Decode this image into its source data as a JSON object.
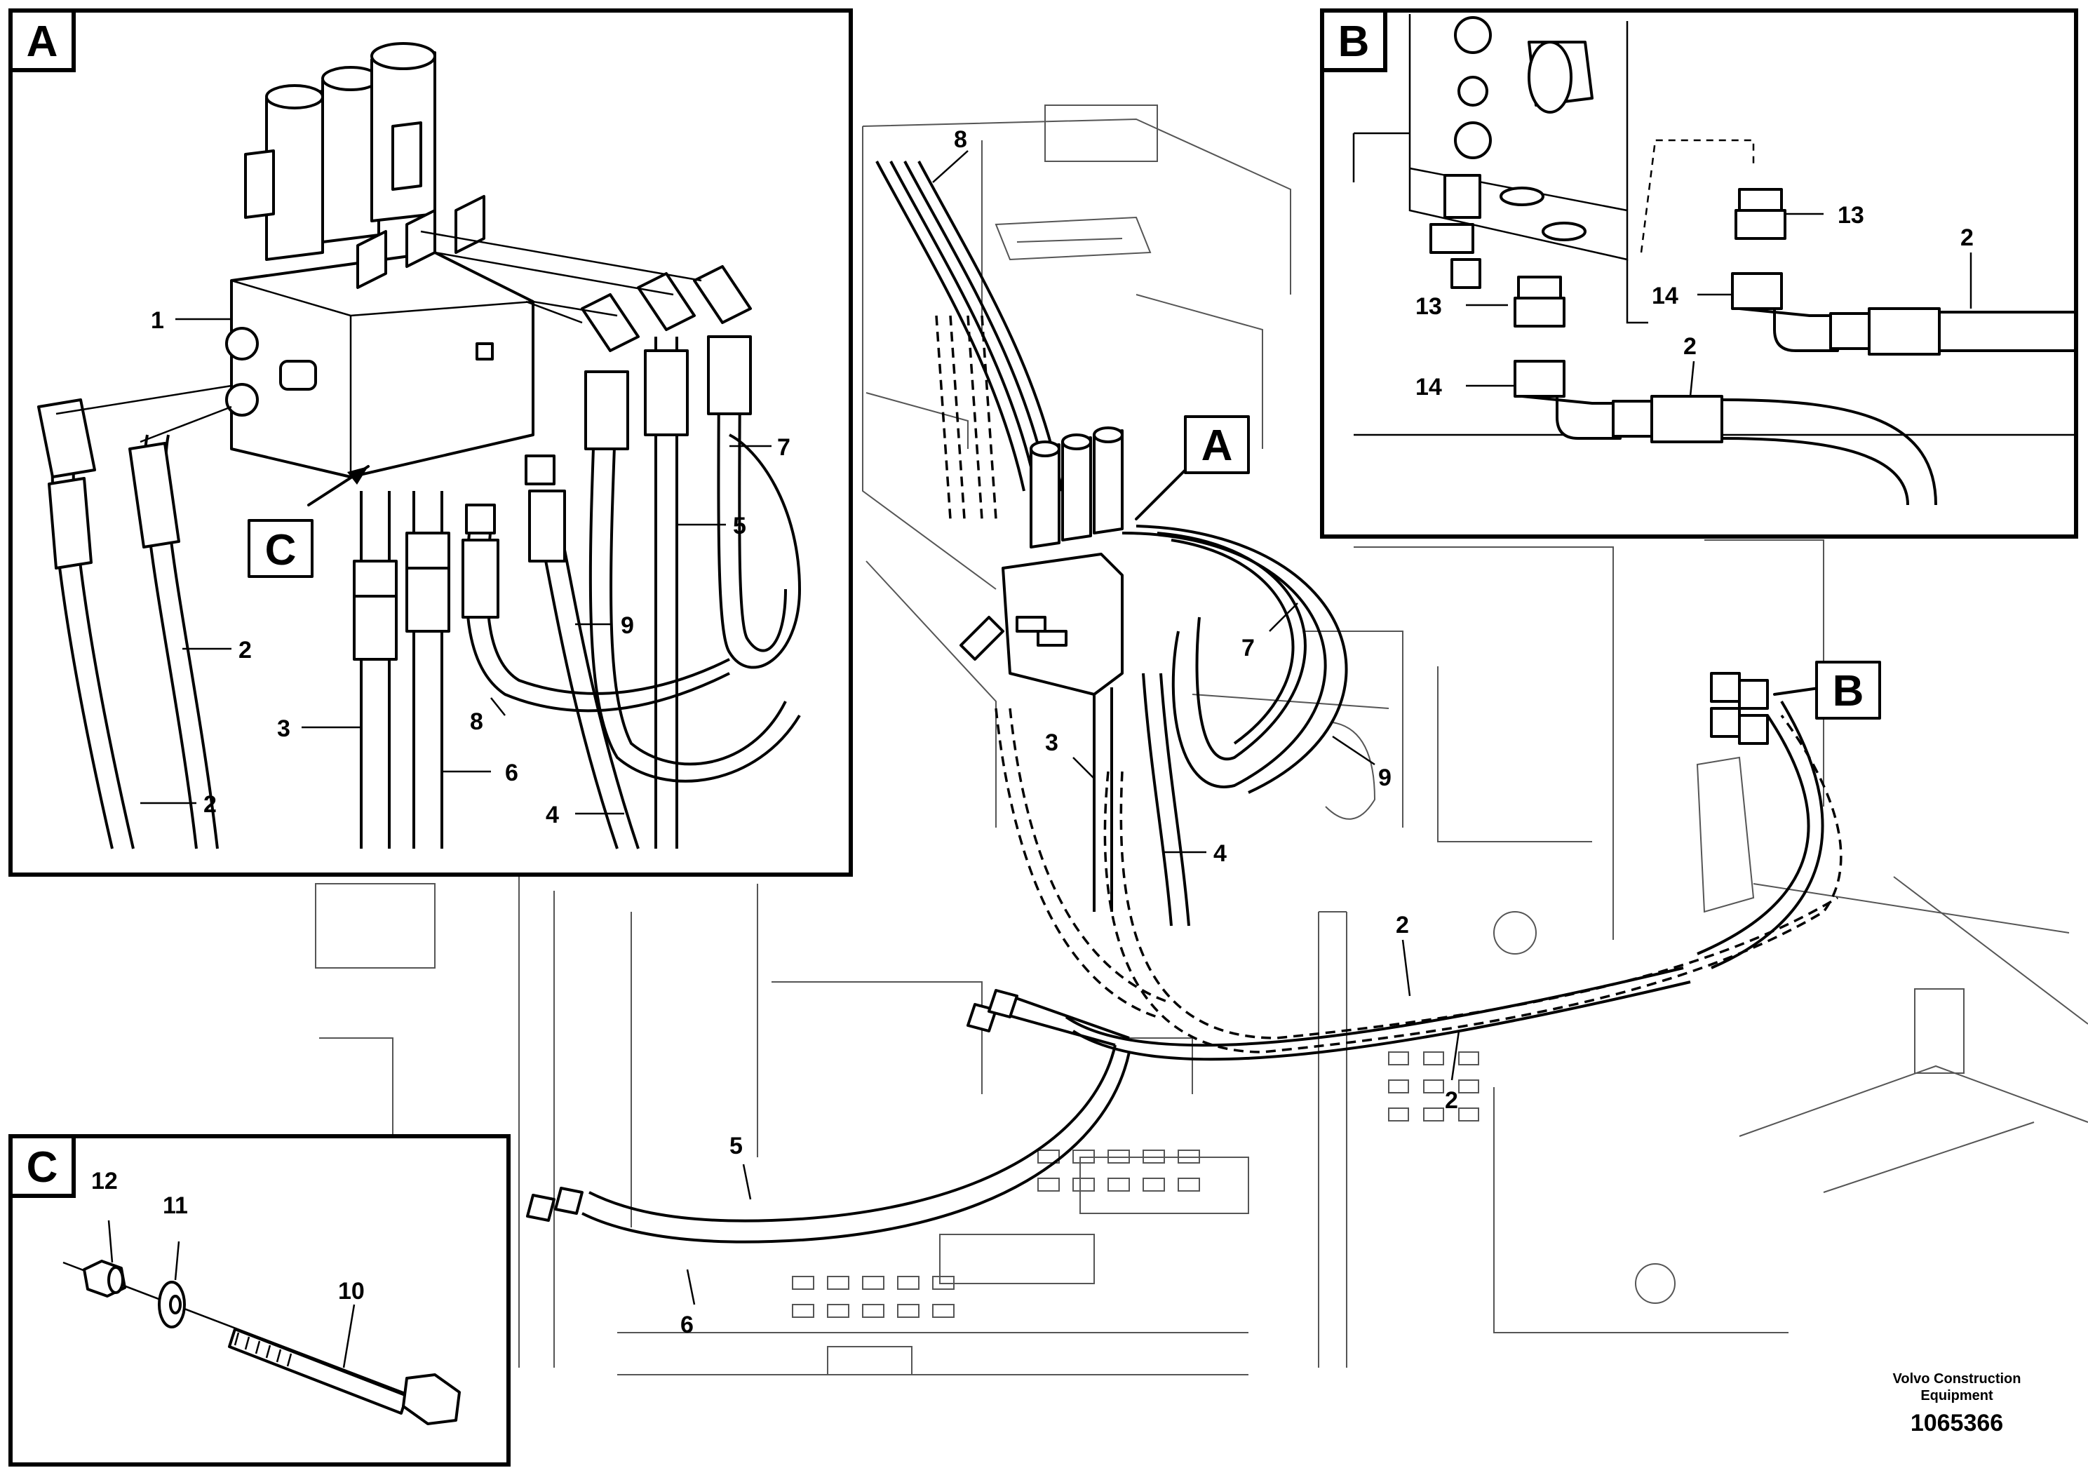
{
  "detail_boxes": [
    {
      "id": "A",
      "label": "A"
    },
    {
      "id": "B",
      "label": "B"
    },
    {
      "id": "C",
      "label": "C"
    }
  ],
  "callouts": {
    "main_a": "A",
    "main_b": "B",
    "detail_a_c": "C"
  },
  "numbers": {
    "a_1": "1",
    "a_2a": "2",
    "a_2b": "2",
    "a_3": "3",
    "a_4": "4",
    "a_5": "5",
    "a_6": "6",
    "a_7": "7",
    "a_8": "8",
    "a_9": "9",
    "b_2a": "2",
    "b_2b": "2",
    "b_13a": "13",
    "b_13b": "13",
    "b_14a": "14",
    "b_14b": "14",
    "c_10": "10",
    "c_11": "11",
    "c_12": "12",
    "m_2a": "2",
    "m_2b": "2",
    "m_3": "3",
    "m_4": "4",
    "m_5": "5",
    "m_6": "6",
    "m_7": "7",
    "m_8": "8",
    "m_9": "9"
  },
  "footer": {
    "company_line1": "Volvo Construction",
    "company_line2": "Equipment",
    "drawing_number": "1065366"
  }
}
